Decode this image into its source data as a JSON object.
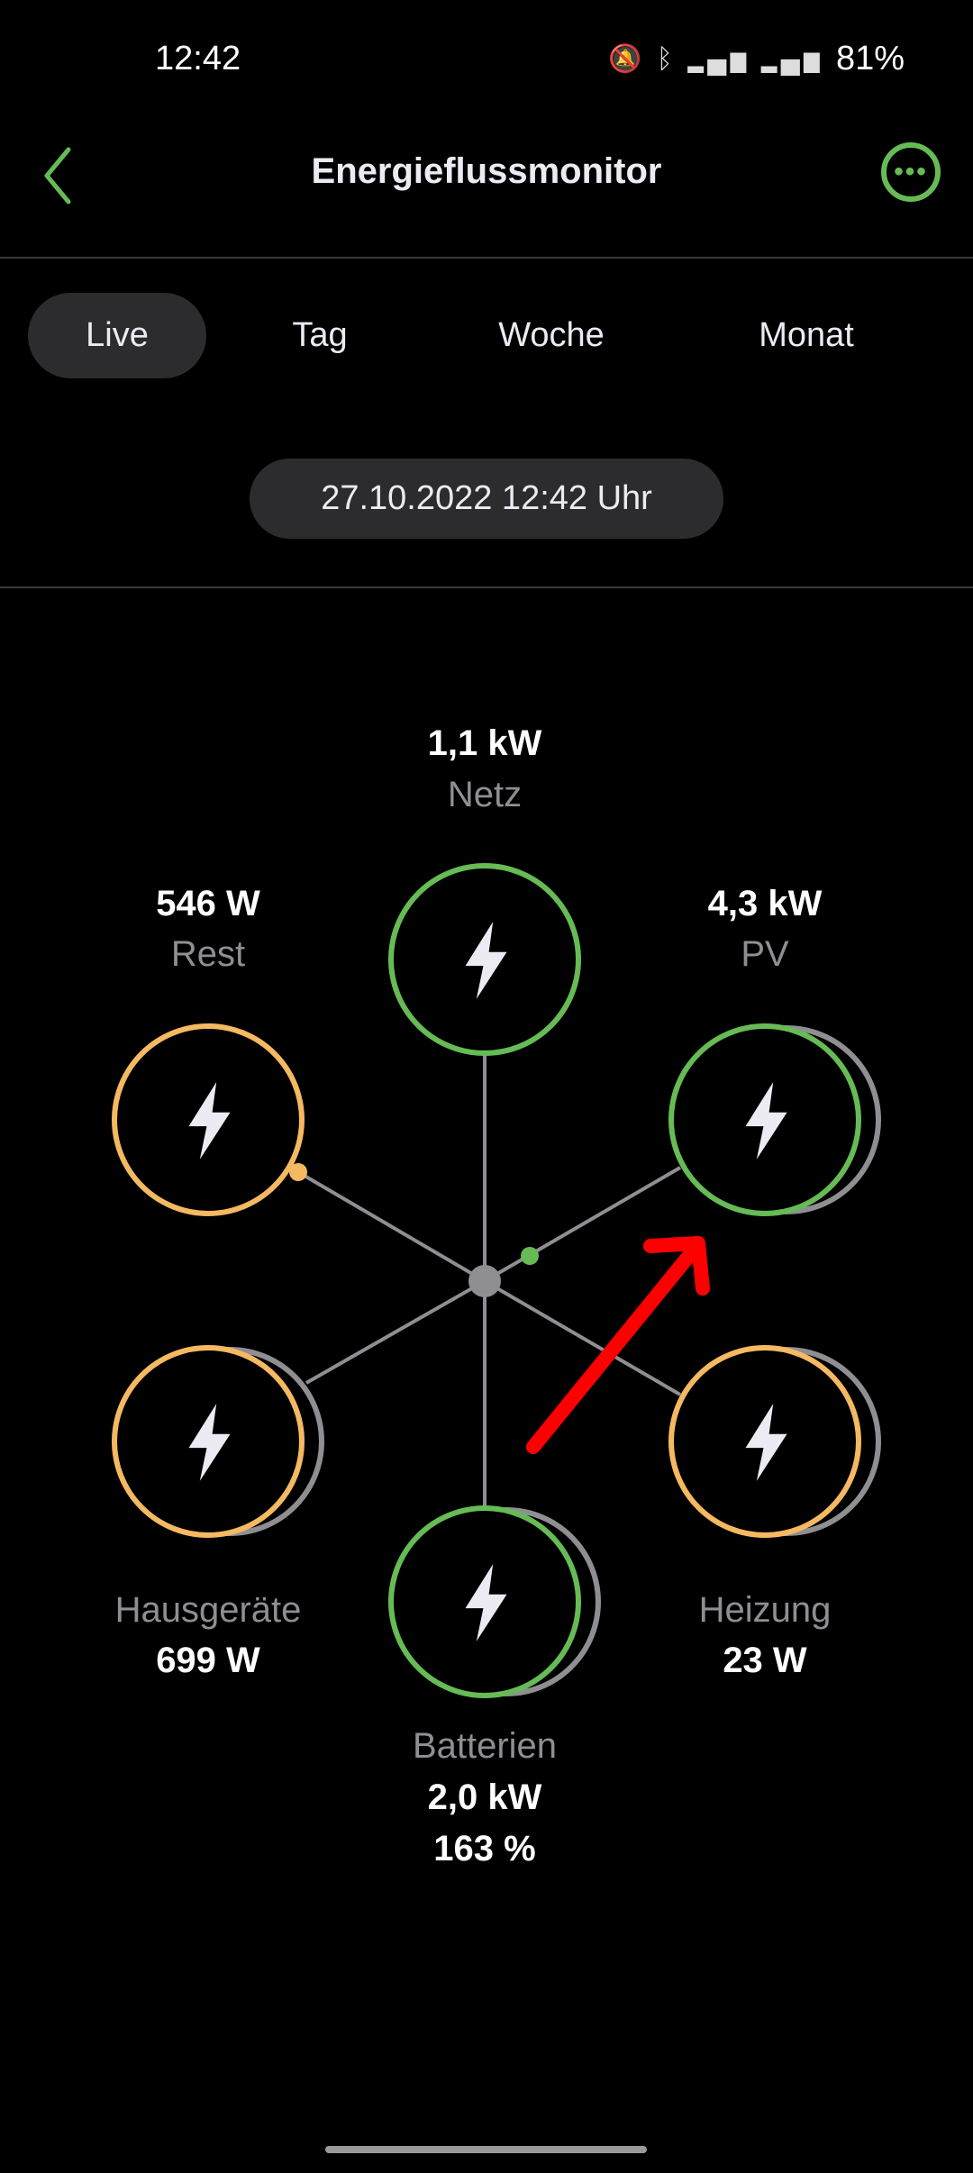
{
  "status_bar": {
    "time": "12:42",
    "icons": [
      "mute-icon",
      "bluetooth-icon",
      "signal-icon",
      "5g-signal-icon"
    ],
    "battery": "81%"
  },
  "header": {
    "title": "Energieflussmonitor",
    "back_icon": "chevron-left-icon",
    "menu_icon": "more-icon"
  },
  "tabs": [
    {
      "label": "Live",
      "active": true
    },
    {
      "label": "Tag"
    },
    {
      "label": "Woche"
    },
    {
      "label": "Monat"
    }
  ],
  "date": "27.10.2022 12:42 Uhr",
  "colors": {
    "green": "#66bb55",
    "orange": "#f5b962",
    "gray": "#8e8e93",
    "red": "#ff0000"
  },
  "nodes": {
    "netz": {
      "value": "1,1  kW",
      "label": "Netz"
    },
    "rest": {
      "value": "546  W",
      "label": "Rest"
    },
    "pv": {
      "value": "4,3  kW",
      "label": "PV"
    },
    "hausgeraete": {
      "value": "699  W",
      "label": "Hausgeräte"
    },
    "heizung": {
      "value": "23  W",
      "label": "Heizung"
    },
    "batterien": {
      "value": "2,0  kW",
      "label": "Batterien",
      "charge": "163 %"
    }
  }
}
